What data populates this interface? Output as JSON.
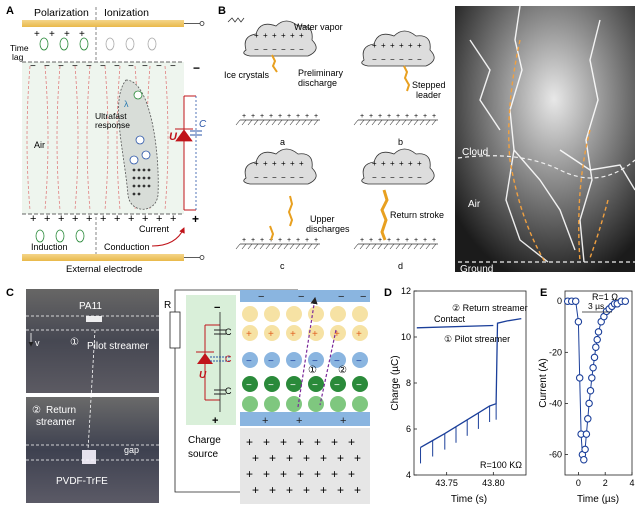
{
  "panel_letters": [
    "A",
    "B",
    "C",
    "D",
    "E"
  ],
  "panelA": {
    "header_left": "Polarization",
    "header_right": "Ionization",
    "time_lag": "Time lag",
    "time": "Time",
    "lag": "lag",
    "ultrafast_1": "Ultrafast",
    "ultrafast_2": "response",
    "air": "Air",
    "current": "Current",
    "induction": "Induction",
    "conduction": "Conduction",
    "external_electrode": "External electrode",
    "u_label": "U",
    "c_label": "C",
    "lambda": "λ"
  },
  "panelB": {
    "water_vapor": "Water vapor",
    "ice_crystals": "Ice crystals",
    "preliminary_1": "Preliminary",
    "preliminary_2": "discharge",
    "stepped_1": "Stepped",
    "stepped_2": "leader",
    "upper_1": "Upper",
    "upper_2": "discharges",
    "return_stroke": "Return stroke",
    "sub_a": "a",
    "sub_b": "b",
    "sub_c": "c",
    "sub_d": "d",
    "photo_cloud": "Cloud",
    "photo_air": "Air",
    "photo_ground": "Ground"
  },
  "panelC": {
    "pa11": "PA11",
    "v": "v",
    "pilot_streamer": "Pilot streamer",
    "return_1": "Return",
    "return_2": "streamer",
    "gap": "gap",
    "pvdf": "PVDF-TrFE",
    "circled_1": "①",
    "circled_2": "②",
    "r_label": "R",
    "u_label": "U",
    "c1": "C",
    "c2": "C",
    "c3": "C",
    "charge_1": "Charge",
    "charge_2": "source"
  },
  "panelD": {
    "ylabel": "Charge (µC)",
    "xlabel": "Time (s)",
    "yticks": [
      "12",
      "10",
      "8",
      "6",
      "4"
    ],
    "xticks": [
      "43.75",
      "43.80"
    ],
    "note": "R=100 KΩ",
    "contact": "Contact",
    "return_streamer": "② Return streamer",
    "pilot_streamer": "① Pilot streamer"
  },
  "panelE": {
    "ylabel": "Current (A)",
    "xlabel": "Time (µs)",
    "yticks": [
      "0",
      "-20",
      "-40",
      "-60"
    ],
    "xticks": [
      "0",
      "2",
      "4"
    ],
    "note": "R=1 Ω",
    "span": "3 µs"
  },
  "chart_data": [
    {
      "type": "line",
      "title": "",
      "xlabel": "Time (s)",
      "ylabel": "Charge (µC)",
      "xlim": [
        43.715,
        43.835
      ],
      "ylim": [
        4,
        12
      ],
      "annotations": [
        "R=100 KΩ",
        "Contact",
        "② Return streamer",
        "① Pilot streamer"
      ],
      "x": [
        43.722,
        43.735,
        43.748,
        43.76,
        43.772,
        43.784,
        43.796,
        43.803,
        43.8045,
        43.815,
        43.83
      ],
      "y": [
        5.2,
        5.5,
        5.8,
        6.1,
        6.4,
        6.7,
        7.0,
        7.1,
        10.6,
        10.7,
        10.8
      ],
      "plateau": {
        "x": [
          43.718,
          43.8
        ],
        "y": [
          10.4,
          10.5
        ]
      }
    },
    {
      "type": "scatter",
      "title": "",
      "xlabel": "Time (µs)",
      "ylabel": "Current (A)",
      "xlim": [
        -1,
        4
      ],
      "ylim": [
        -68,
        4
      ],
      "annotations": [
        "R=1 Ω",
        "3 µs"
      ],
      "x": [
        -0.8,
        -0.5,
        -0.2,
        0.0,
        0.1,
        0.2,
        0.3,
        0.4,
        0.5,
        0.6,
        0.7,
        0.8,
        0.9,
        1.0,
        1.1,
        1.2,
        1.3,
        1.4,
        1.5,
        1.7,
        1.9,
        2.1,
        2.3,
        2.5,
        2.7,
        2.9,
        3.2,
        3.5
      ],
      "y": [
        0,
        0,
        0,
        -8,
        -30,
        -52,
        -60,
        -62,
        -58,
        -52,
        -46,
        -40,
        -35,
        -30,
        -26,
        -22,
        -18,
        -15,
        -12,
        -8,
        -6,
        -4,
        -3,
        -2,
        -1,
        -1,
        0,
        0
      ]
    }
  ]
}
